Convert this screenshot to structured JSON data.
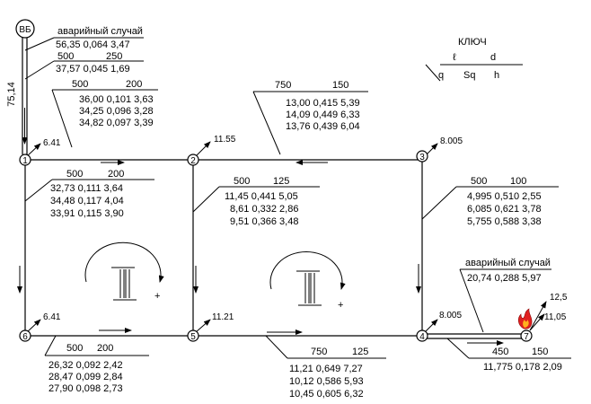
{
  "source_label": "ВБ",
  "source_pipe_length": "75,14",
  "key": {
    "title": "КЛЮЧ",
    "length_symbol": "ℓ",
    "diameter_symbol": "d",
    "flow_symbol": "q",
    "sq_symbol": "Sq",
    "head_loss_symbol": "h"
  },
  "nodes": [
    {
      "id": "1",
      "demand": "6.41"
    },
    {
      "id": "2",
      "demand": "11.55"
    },
    {
      "id": "3",
      "demand": "8.005"
    },
    {
      "id": "4",
      "demand": "8.005"
    },
    {
      "id": "5",
      "demand": "11.21"
    },
    {
      "id": "6",
      "demand": "6.41"
    },
    {
      "id": "7",
      "demand": "11,05"
    }
  ],
  "fire_flow": "12,5",
  "pipes": {
    "source": {
      "emergency_label": "аварийный случай",
      "emergency_row": "56,35  0,064  3,47",
      "length": "500",
      "diameter": "250",
      "row": "37,57  0,045  1,69"
    },
    "p12": {
      "length": "500",
      "diameter": "200",
      "rows": [
        "36,00  0,101  3,63",
        "34,25  0,096  3,28",
        "34,82  0,097  3,39"
      ]
    },
    "p23": {
      "length": "750",
      "diameter": "150",
      "rows": [
        "13,00  0,415  5,39",
        "14,09  0,449  6,33",
        "13,76  0,439  6,04"
      ]
    },
    "p16": {
      "length": "500",
      "diameter": "200",
      "rows": [
        "32,73  0,111  3,64",
        "34,48  0,117  4,04",
        "33,91  0,115  3,90"
      ]
    },
    "p25": {
      "length": "500",
      "diameter": "125",
      "rows": [
        "11,45  0,441  5,05",
        "8,61  0,332  2,86",
        "9,51  0,366  3,48"
      ]
    },
    "p34": {
      "length": "500",
      "diameter": "100",
      "rows": [
        "4,995  0,510  2,55",
        "6,085  0,621  3,78",
        "5,755  0,588  3,38"
      ]
    },
    "p65": {
      "length": "500",
      "diameter": "200",
      "rows": [
        "26,32  0,092  2,42",
        "28,47  0,099  2,84",
        "27,90  0,098  2,73"
      ]
    },
    "p54": {
      "length": "750",
      "diameter": "125",
      "rows": [
        "11,21  0,649  7,27",
        "10,12  0,586  5,93",
        "10,45  0,605  6,32"
      ]
    },
    "p47": {
      "emergency_label": "аварийный случай",
      "emergency_row": "20,74  0,288  5,97",
      "length": "450",
      "diameter": "150",
      "row": "11,775  0,178  2,09"
    }
  },
  "loops": {
    "left_sign": "+",
    "right_sign": "+"
  }
}
